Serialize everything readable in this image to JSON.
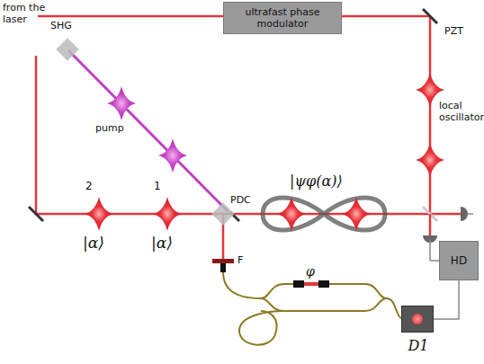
{
  "diagram": {
    "nodes": [
      {
        "text": [
          "ultrafast phase modulator"
        ]
      },
      {
        "text": [
          "HD"
        ]
      },
      {
        "text": [
          "D1"
        ]
      }
    ],
    "edges": [
      {
        "from": 2,
        "to": 1,
        "arrow": "none"
      }
    ],
    "labels": [
      "from the laser",
      "SHG",
      "PZT",
      "local oscillator",
      "pump",
      "2",
      "1",
      "|α⟩",
      "|α⟩",
      "PDC",
      "|ψφ(α)⟩",
      "F",
      "φ"
    ]
  }
}
